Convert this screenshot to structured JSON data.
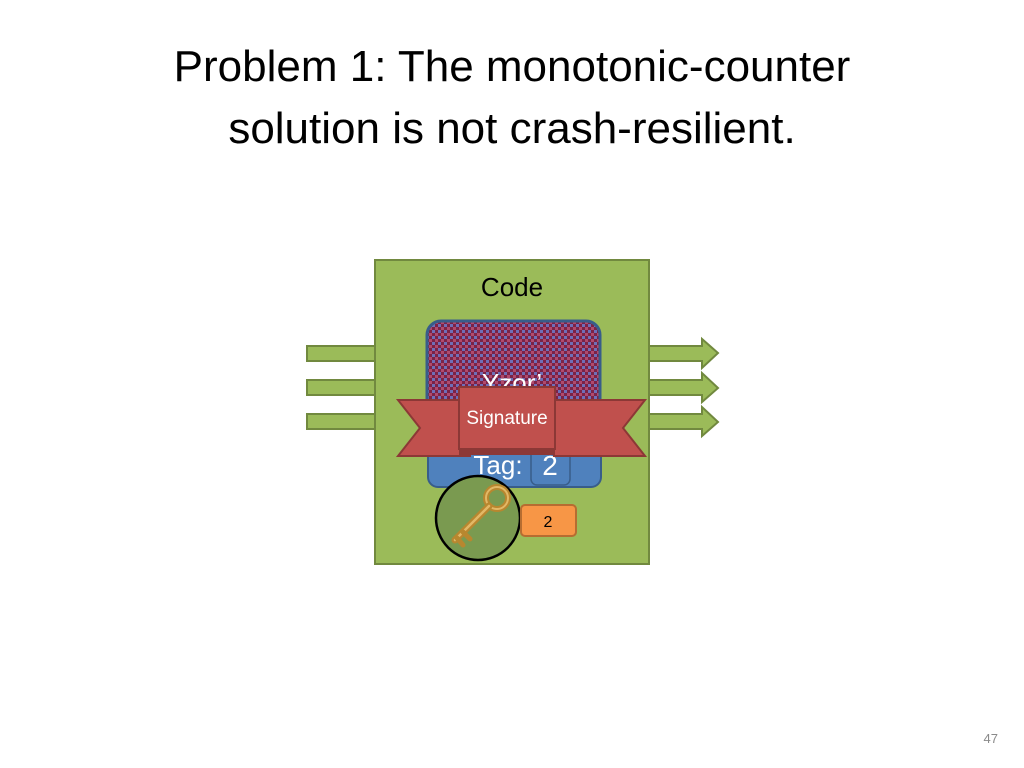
{
  "slide": {
    "title_line1": "Problem 1:  The monotonic-counter",
    "title_line2": "solution is not crash-resilient.",
    "slide_number": "47"
  },
  "diagram": {
    "code_label": "Code",
    "blob_label": "Yzor’",
    "signature_label": "Signature",
    "tag_label": "Tag:",
    "tag_value": "2",
    "counter_value": "2",
    "icons": [
      "key-icon"
    ],
    "colors": {
      "code_box": "#9bbb59",
      "code_border": "#71893f",
      "arrow": "#9bbb59",
      "blob": "#8b2d4f",
      "tag_panel": "#4f81bd",
      "ribbon": "#c0504d",
      "counter": "#f79646",
      "key_circle": "#7a9a50"
    }
  }
}
